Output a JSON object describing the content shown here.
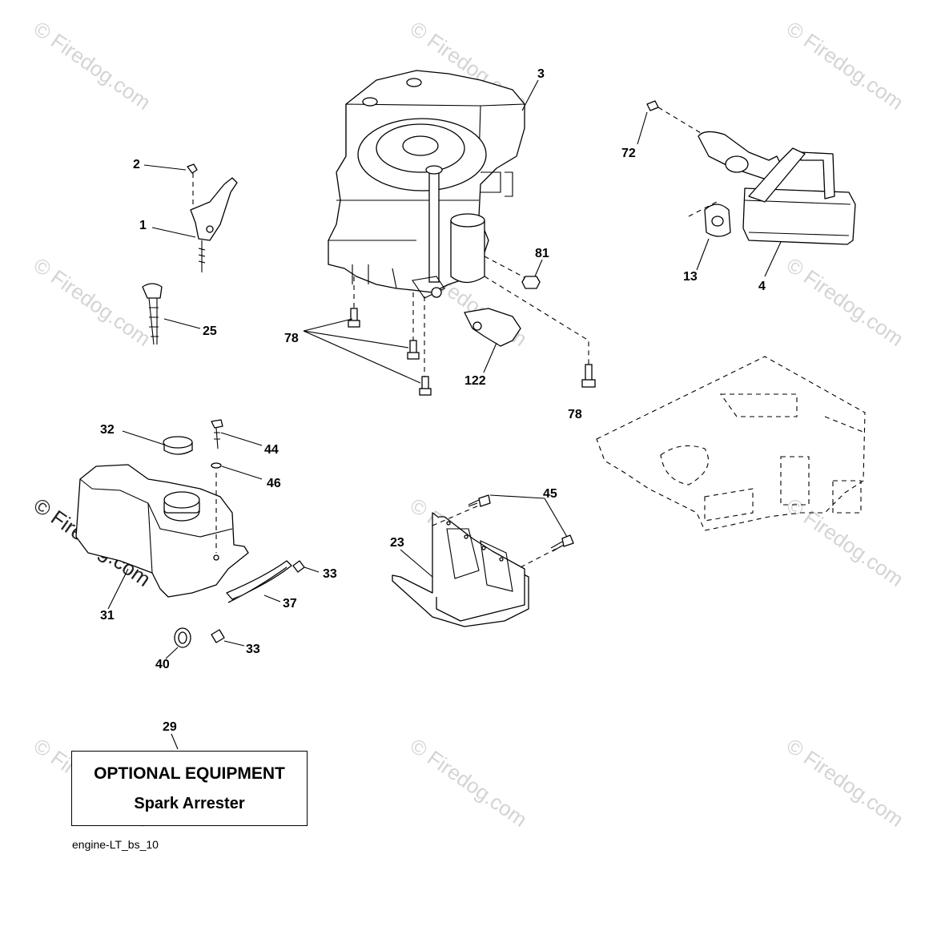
{
  "watermark": {
    "text": "© Firedog.com"
  },
  "callouts": [
    {
      "id": "c-3",
      "label": "3"
    },
    {
      "id": "c-2",
      "label": "2"
    },
    {
      "id": "c-1",
      "label": "1"
    },
    {
      "id": "c-25",
      "label": "25"
    },
    {
      "id": "c-72",
      "label": "72"
    },
    {
      "id": "c-13",
      "label": "13"
    },
    {
      "id": "c-4",
      "label": "4"
    },
    {
      "id": "c-81",
      "label": "81"
    },
    {
      "id": "c-78a",
      "label": "78"
    },
    {
      "id": "c-122",
      "label": "122"
    },
    {
      "id": "c-78b",
      "label": "78"
    },
    {
      "id": "c-32",
      "label": "32"
    },
    {
      "id": "c-44",
      "label": "44"
    },
    {
      "id": "c-46",
      "label": "46"
    },
    {
      "id": "c-31",
      "label": "31"
    },
    {
      "id": "c-33a",
      "label": "33"
    },
    {
      "id": "c-37",
      "label": "37"
    },
    {
      "id": "c-33b",
      "label": "33"
    },
    {
      "id": "c-40",
      "label": "40"
    },
    {
      "id": "c-45",
      "label": "45"
    },
    {
      "id": "c-23",
      "label": "23"
    },
    {
      "id": "c-29",
      "label": "29"
    }
  ],
  "optional_equipment": {
    "title": "OPTIONAL EQUIPMENT",
    "item": "Spark Arrester"
  },
  "figure_id": "engine-LT_bs_10"
}
